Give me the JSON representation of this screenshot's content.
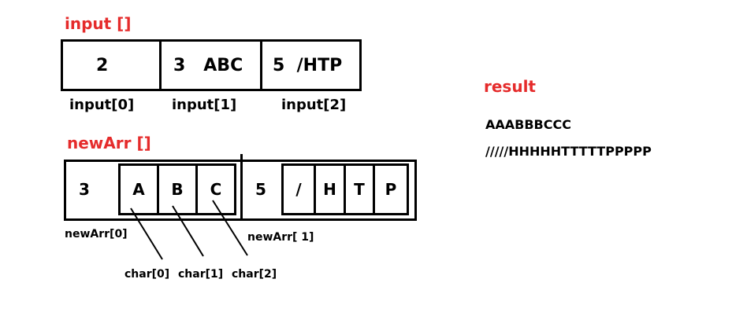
{
  "input": {
    "heading": "input []",
    "cells": [
      "2",
      "3   ABC",
      "5  /HTP"
    ],
    "labels": [
      "input[0]",
      "input[1]",
      "input[2]"
    ]
  },
  "newArr": {
    "heading": "newArr []",
    "group0": {
      "count": "3",
      "chars": [
        "A",
        "B",
        "C"
      ],
      "label": "newArr[0]"
    },
    "group1": {
      "count": "5",
      "chars": [
        "/",
        "H",
        "T",
        "P"
      ],
      "label": "newArr[ 1]"
    },
    "char_labels": [
      "char[0]",
      "char[1]",
      "char[2]"
    ]
  },
  "result": {
    "heading": "result",
    "lines": [
      "AAABBBCCC",
      "/////HHHHHTTTTTPPPPP"
    ]
  },
  "colors": {
    "heading": "#e52b2b",
    "stroke": "#000000"
  }
}
